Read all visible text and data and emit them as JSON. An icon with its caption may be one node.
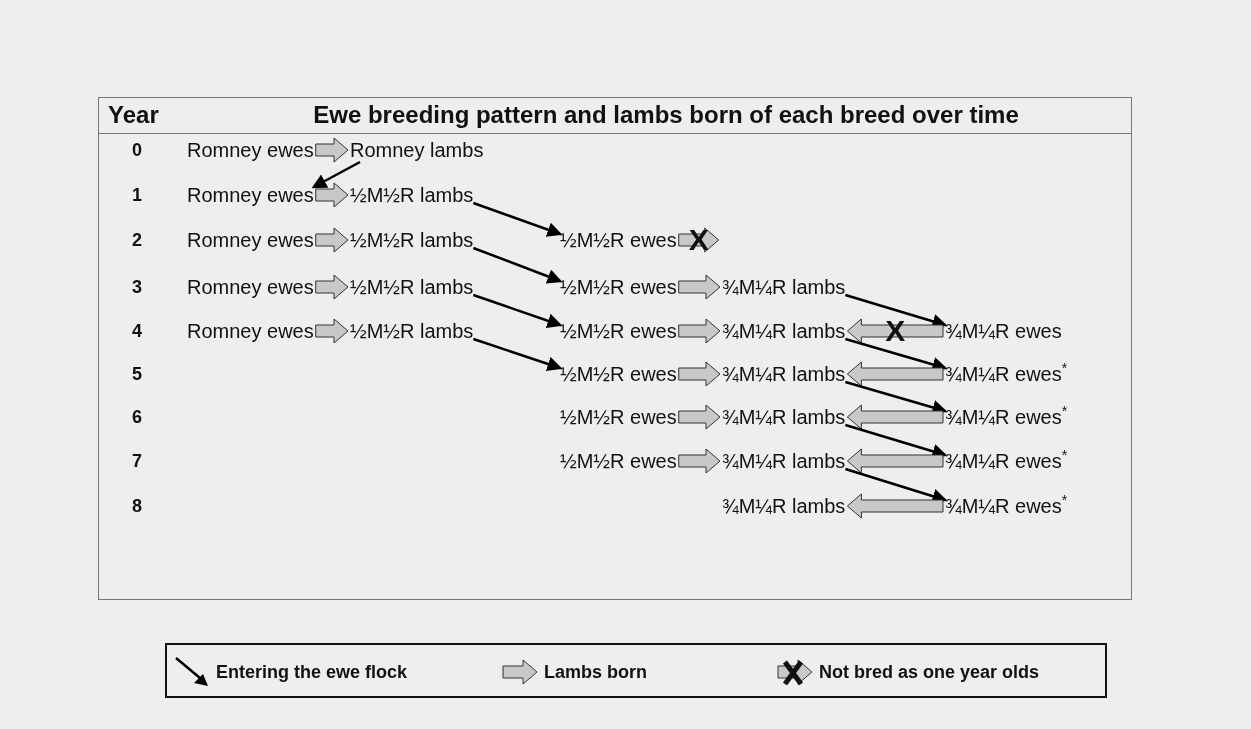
{
  "diagram": {
    "title": "Ewe breeding pattern and lambs born of each breed over time",
    "nodes": [
      {
        "text": [
          "Romney ewes"
        ]
      },
      {
        "text": [
          "Romney lambs"
        ]
      },
      {
        "text": [
          "Romney ewes"
        ]
      },
      {
        "text": [
          "½M½R lambs"
        ]
      },
      {
        "text": [
          "Romney ewes"
        ]
      },
      {
        "text": [
          "½M½R lambs"
        ]
      },
      {
        "text": [
          "½M½R ewes"
        ]
      },
      {
        "text": [
          "Romney ewes"
        ]
      },
      {
        "text": [
          "½M½R lambs"
        ]
      },
      {
        "text": [
          "½M½R ewes"
        ]
      },
      {
        "text": [
          "¾M¼R lambs"
        ]
      },
      {
        "text": [
          "Romney ewes"
        ]
      },
      {
        "text": [
          "½M½R lambs"
        ]
      },
      {
        "text": [
          "½M½R ewes"
        ]
      },
      {
        "text": [
          "¾M¼R lambs"
        ]
      },
      {
        "text": [
          "¾M¼R ewes"
        ]
      },
      {
        "text": [
          "½M½R ewes"
        ]
      },
      {
        "text": [
          "¾M¼R lambs"
        ]
      },
      {
        "text": [
          "¾M¼R ewes$^{*}$"
        ]
      },
      {
        "text": [
          "½M½R ewes"
        ]
      },
      {
        "text": [
          "¾M¼R lambs"
        ]
      },
      {
        "text": [
          "¾M¼R ewes$^{*}$"
        ]
      },
      {
        "text": [
          "½M½R ewes"
        ]
      },
      {
        "text": [
          "¾M¼R lambs"
        ]
      },
      {
        "text": [
          "¾M¼R ewes$^{*}$"
        ]
      },
      {
        "text": [
          "¾M¼R lambs"
        ]
      },
      {
        "text": [
          "¾M¼R ewes$^{*}$"
        ]
      }
    ],
    "edges": [
      {
        "from": 0,
        "to": 1,
        "arrow": "to"
      },
      {
        "from": 1,
        "to": 2,
        "arrow": "to",
        "color": "#000000"
      },
      {
        "from": 2,
        "to": 3,
        "arrow": "to"
      },
      {
        "from": 3,
        "to": 6,
        "arrow": "to",
        "color": "#000000"
      },
      {
        "from": 4,
        "to": 5,
        "arrow": "to"
      },
      {
        "from": 6,
        "to": null,
        "arrow": "to",
        "label": "X"
      },
      {
        "from": 5,
        "to": 9,
        "arrow": "to",
        "color": "#000000"
      },
      {
        "from": 7,
        "to": 8,
        "arrow": "to"
      },
      {
        "from": 9,
        "to": 10,
        "arrow": "to"
      },
      {
        "from": 8,
        "to": 13,
        "arrow": "to",
        "color": "#000000"
      },
      {
        "from": 10,
        "to": 15,
        "arrow": "to",
        "color": "#000000"
      },
      {
        "from": 11,
        "to": 12,
        "arrow": "to"
      },
      {
        "from": 13,
        "to": 14,
        "arrow": "to"
      },
      {
        "from": 15,
        "to": 14,
        "arrow": "to",
        "label": "X"
      },
      {
        "from": 12,
        "to": 16,
        "arrow": "to",
        "color": "#000000"
      },
      {
        "from": 14,
        "to": 18,
        "arrow": "to",
        "color": "#000000"
      },
      {
        "from": 16,
        "to": 17,
        "arrow": "to"
      },
      {
        "from": 18,
        "to": 17,
        "arrow": "to"
      },
      {
        "from": 17,
        "to": 21,
        "arrow": "to",
        "color": "#000000"
      },
      {
        "from": 19,
        "to": 20,
        "arrow": "to"
      },
      {
        "from": 21,
        "to": 20,
        "arrow": "to"
      },
      {
        "from": 20,
        "to": 24,
        "arrow": "to",
        "color": "#000000"
      },
      {
        "from": 22,
        "to": 23,
        "arrow": "to"
      },
      {
        "from": 24,
        "to": 23,
        "arrow": "to"
      },
      {
        "from": 23,
        "to": 26,
        "arrow": "to",
        "color": "#000000"
      },
      {
        "from": 26,
        "to": 25,
        "arrow": "to"
      }
    ],
    "labels": [
      "Year",
      "0",
      "1",
      "2",
      "3",
      "4",
      "5",
      "6",
      "7",
      "8"
    ],
    "legend": [
      {
        "text": "Entering the ewe flock"
      },
      {
        "text": "Lambs born"
      },
      {
        "text": "Not bred as one year olds"
      }
    ]
  }
}
